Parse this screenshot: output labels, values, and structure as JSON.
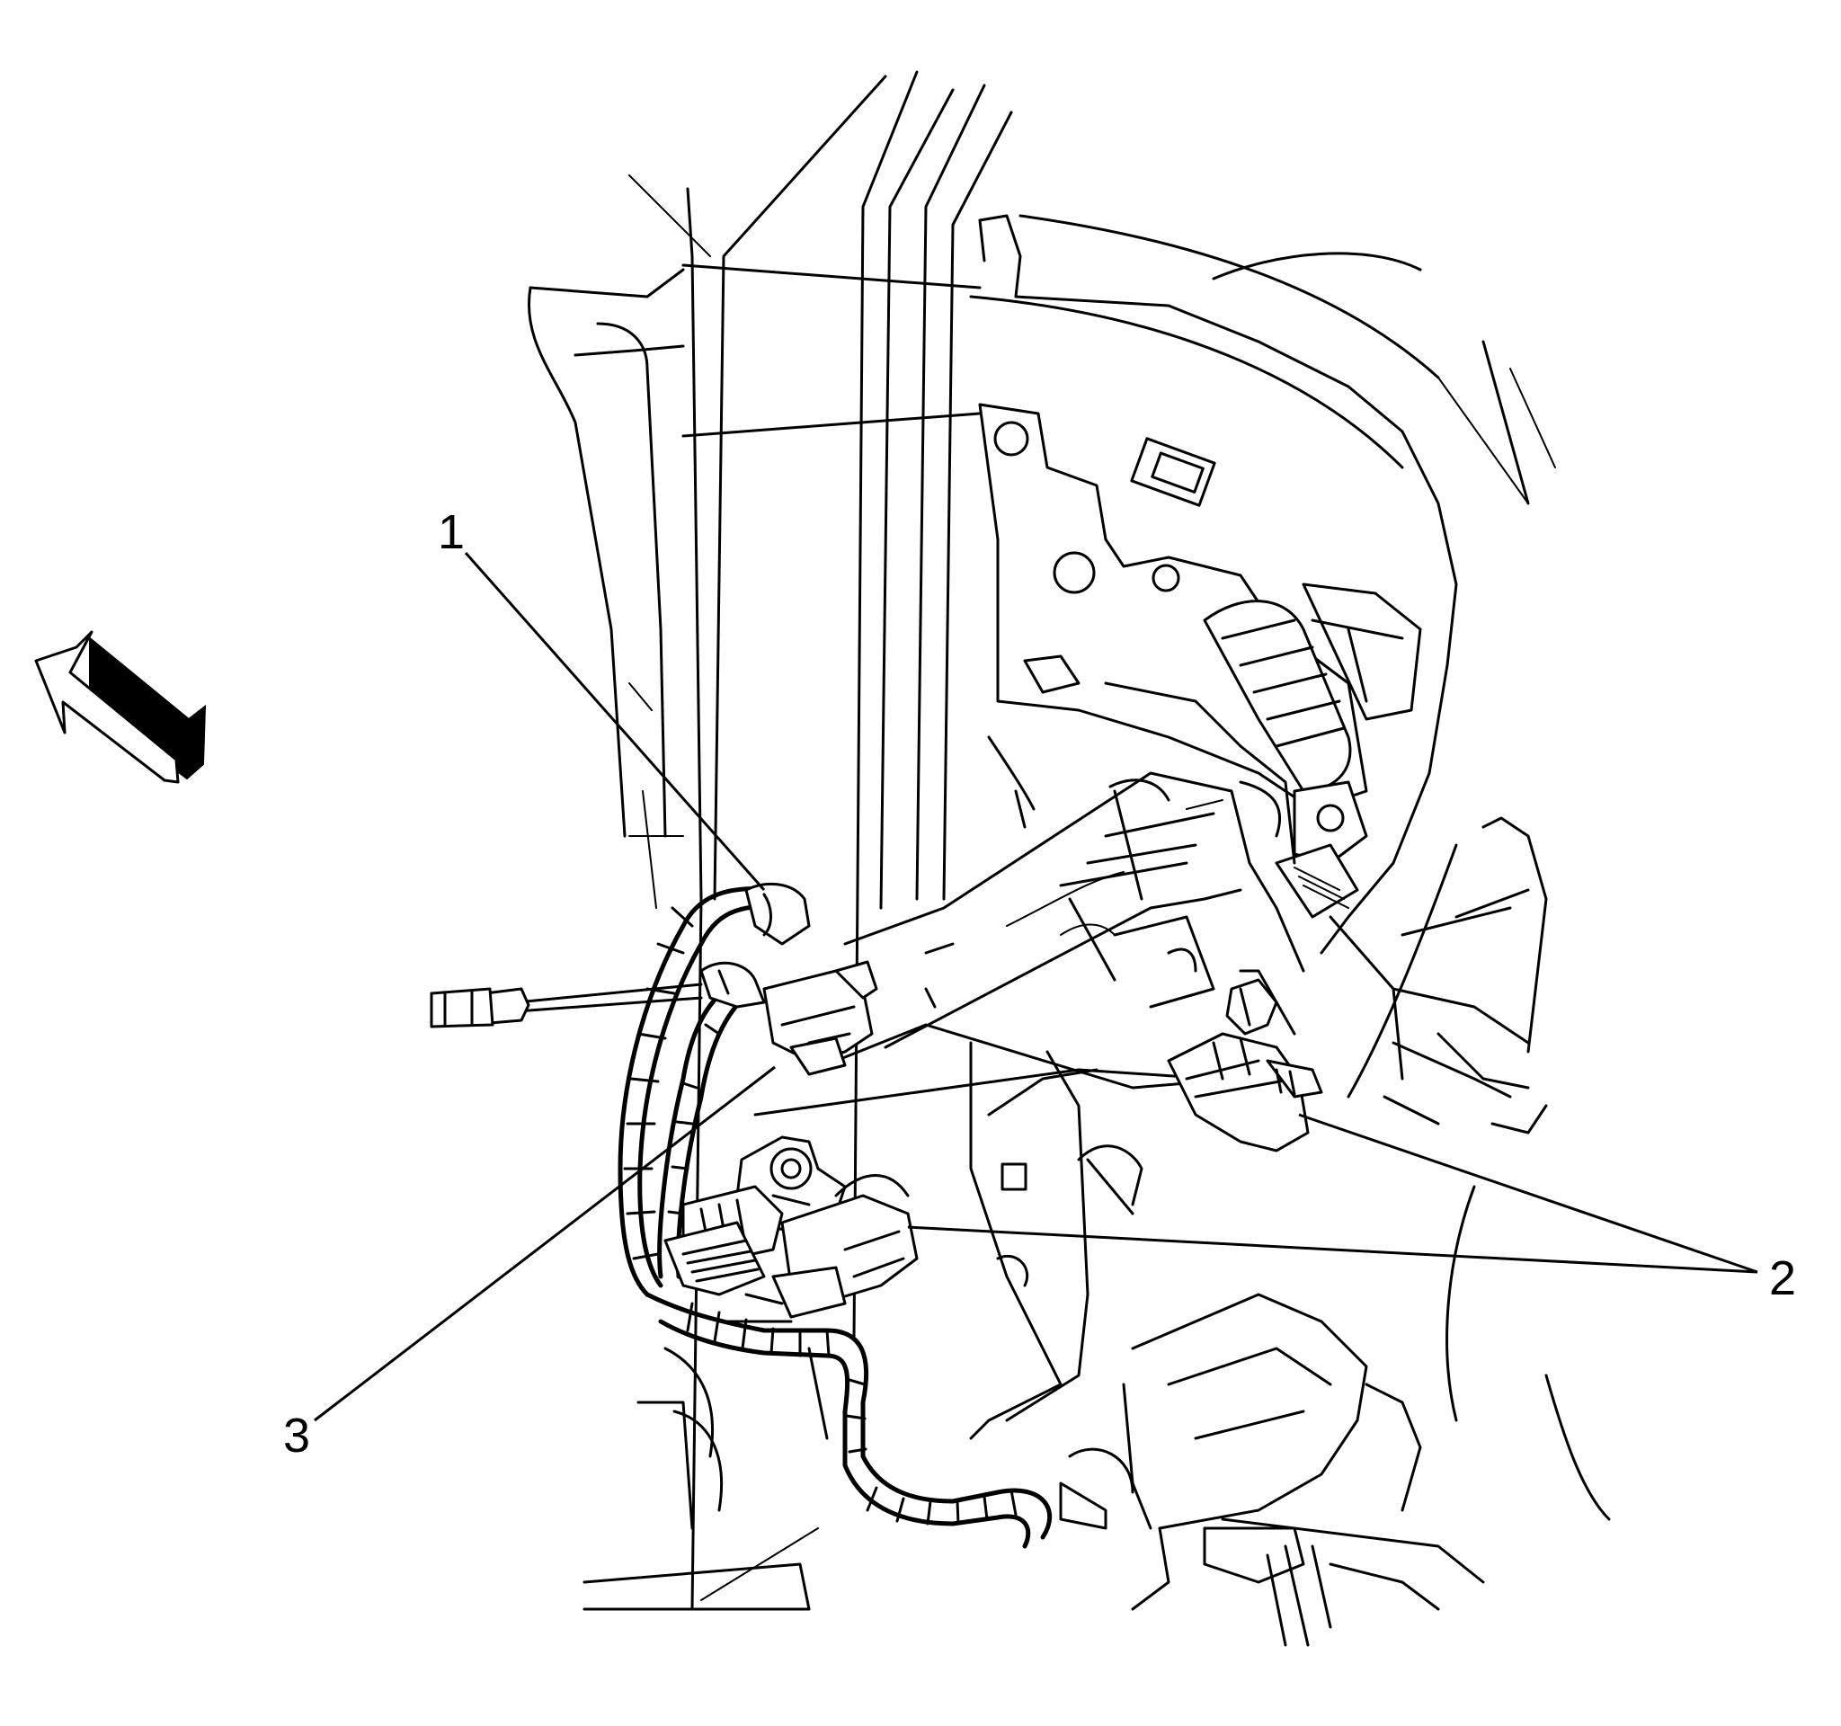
{
  "callouts": [
    {
      "id": "callout-1",
      "label": "1"
    },
    {
      "id": "callout-2",
      "label": "2"
    },
    {
      "id": "callout-3",
      "label": "3"
    }
  ],
  "icons": {
    "direction_arrow": "arrow-up-left-icon"
  },
  "colors": {
    "line": "#000000",
    "background": "#ffffff"
  }
}
